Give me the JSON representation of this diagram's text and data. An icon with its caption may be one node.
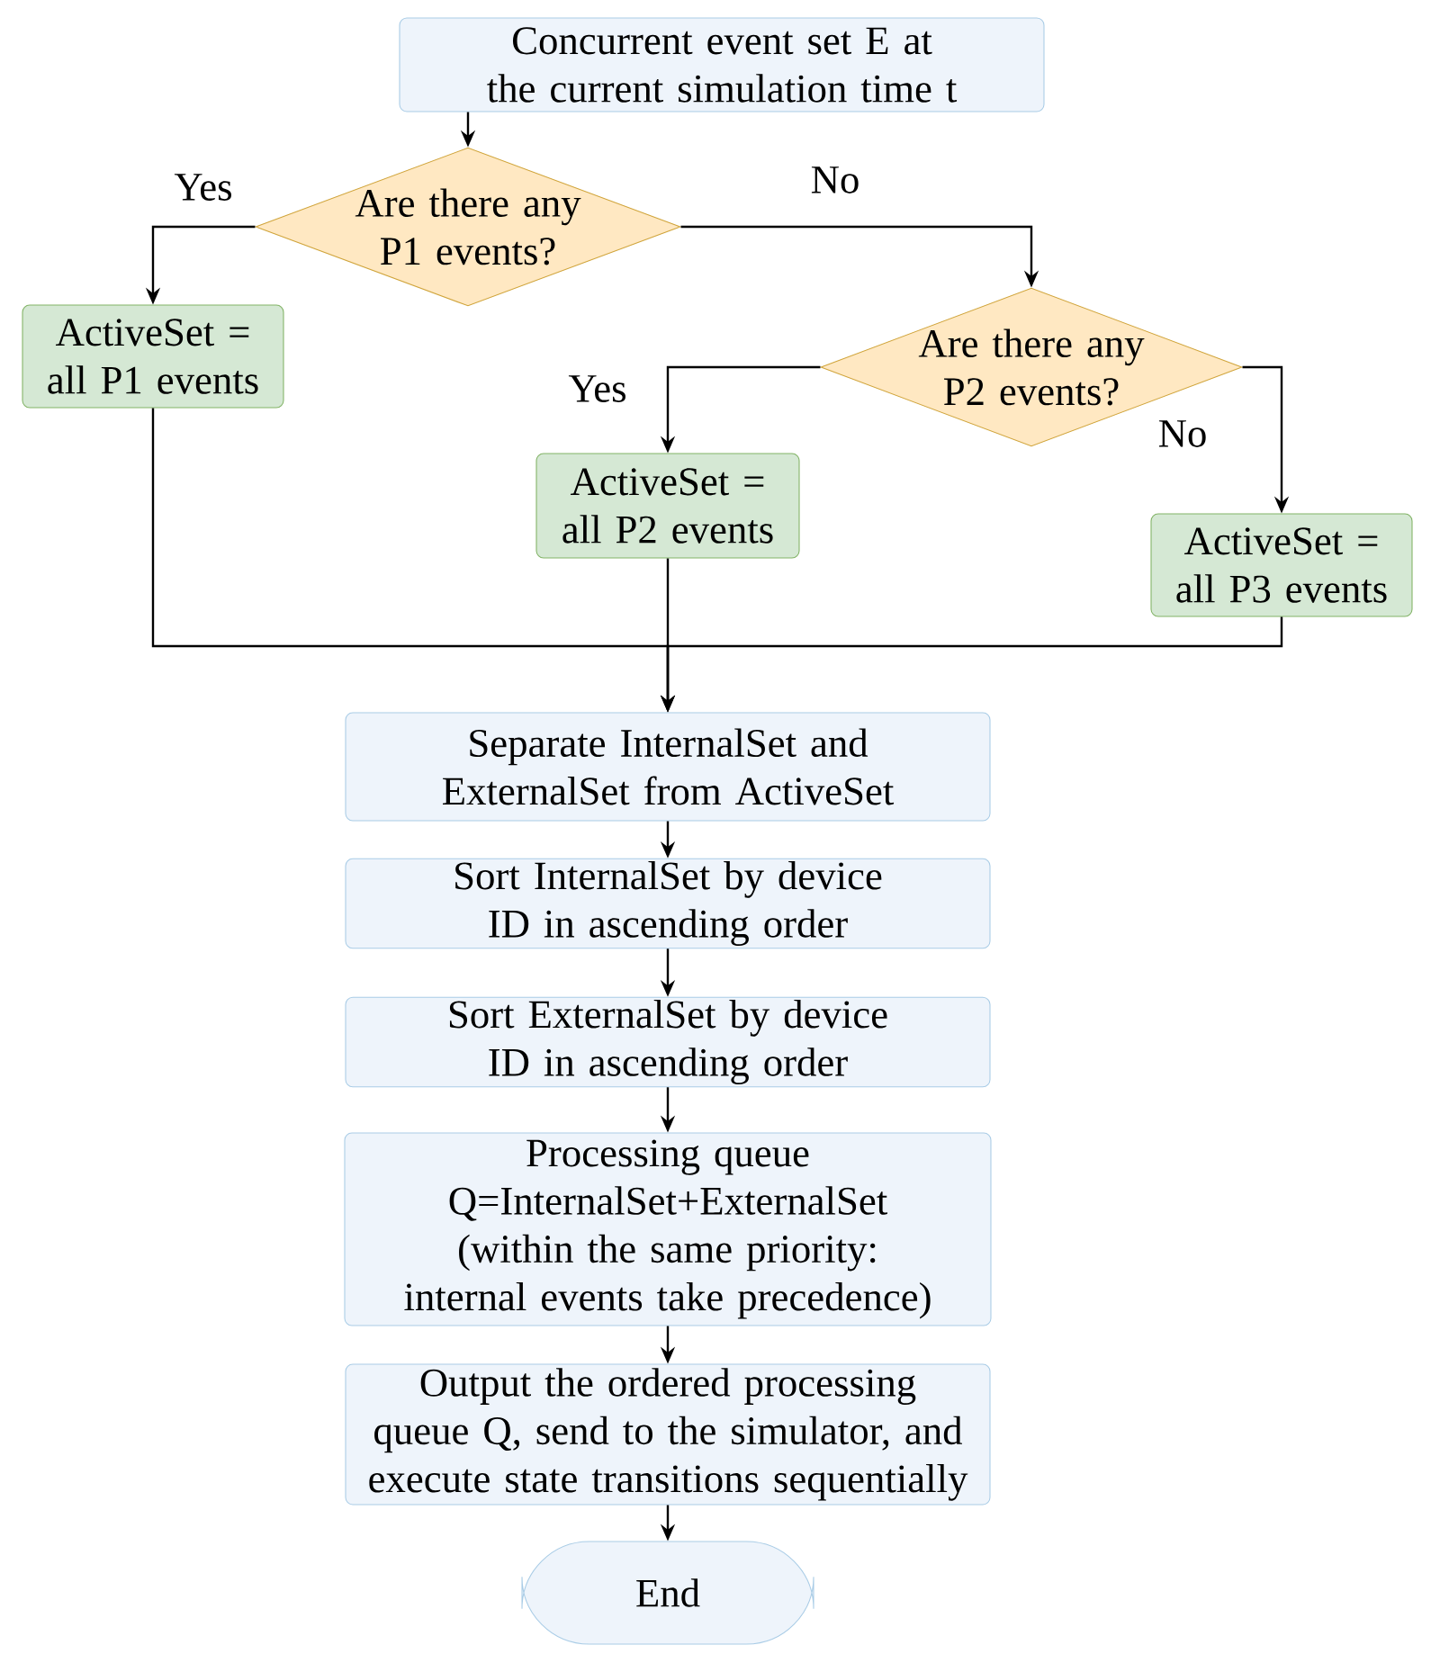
{
  "diagram": {
    "nodes": [
      {
        "text": [
          "Concurrent event set E at the current simulation time t"
        ]
      },
      {
        "text": [
          "Are there any P1 events?"
        ]
      },
      {
        "text": [
          "ActiveSet = all P1 events"
        ]
      },
      {
        "text": [
          "Are there any P2 events?"
        ]
      },
      {
        "text": [
          "ActiveSet = all P2 events"
        ]
      },
      {
        "text": [
          "ActiveSet = all P3 events"
        ]
      },
      {
        "text": [
          "Separate InternalSet and ExternalSet from ActiveSet"
        ]
      },
      {
        "text": [
          "Sort InternalSet by device ID in ascending order"
        ]
      },
      {
        "text": [
          "Sort ExternalSet by device ID in ascending order"
        ]
      },
      {
        "text": [
          "Processing queue Q=InternalSet+ExternalSet (within the same priority: internal events take precedence)"
        ]
      },
      {
        "text": [
          "Output the ordered processing queue Q, send to the simulator, and execute state transitions sequentially"
        ]
      },
      {
        "text": [
          "End"
        ]
      }
    ],
    "edges": [
      {
        "from": 0,
        "to": 1,
        "arrow": "to"
      },
      {
        "from": 1,
        "to": 2,
        "arrow": "to",
        "label": "Yes"
      },
      {
        "from": 1,
        "to": 3,
        "arrow": "to",
        "label": "No"
      },
      {
        "from": 3,
        "to": 4,
        "arrow": "to",
        "label": "Yes"
      },
      {
        "from": 3,
        "to": 5,
        "arrow": "to",
        "label": "No"
      },
      {
        "from": 2,
        "to": 6,
        "arrow": "to"
      },
      {
        "from": 4,
        "to": 6,
        "arrow": "to"
      },
      {
        "from": 5,
        "to": 6,
        "arrow": "to"
      },
      {
        "from": 6,
        "to": 7,
        "arrow": "to"
      },
      {
        "from": 7,
        "to": 8,
        "arrow": "to"
      },
      {
        "from": 8,
        "to": 9,
        "arrow": "to"
      },
      {
        "from": 9,
        "to": 10,
        "arrow": "to"
      },
      {
        "from": 10,
        "to": 11,
        "arrow": "to"
      }
    ]
  }
}
